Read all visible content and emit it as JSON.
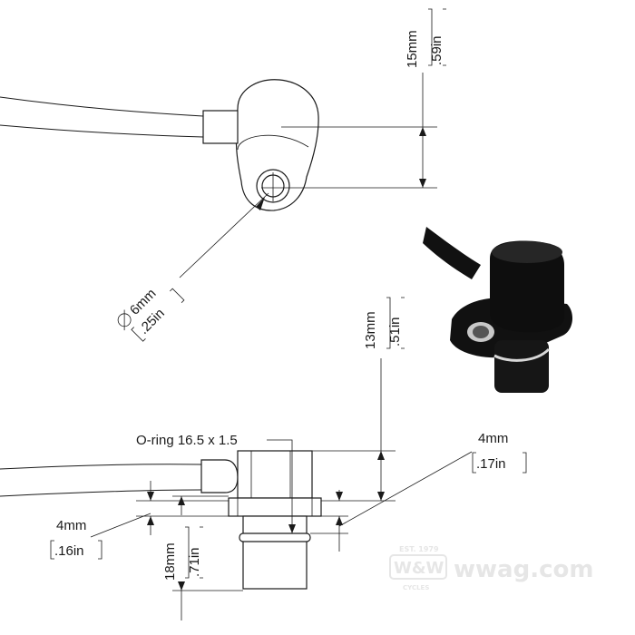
{
  "top_view": {
    "height_dim": {
      "mm": "15mm",
      "in": ".59in"
    },
    "hole_dim": {
      "mm": "6mm",
      "in": ".25in"
    }
  },
  "side_view": {
    "height_dim": {
      "mm": "13mm",
      "in": ".51in"
    },
    "oring_label": "O-ring 16.5 x 1.5",
    "flange_right_dim": {
      "mm": "4mm",
      "in": ".17in"
    },
    "flange_left_dim": {
      "mm": "4mm",
      "in": ".16in"
    },
    "barrel_dim": {
      "mm": "18mm",
      "in": ".71in"
    }
  },
  "watermark": {
    "brand": "W&W",
    "site": "wwag.com",
    "est": "EST. 1979",
    "sub": "CYCLES"
  },
  "colors": {
    "line": "#1a1a1a",
    "part_fill": "#ffffff",
    "photo_body": "#111111",
    "watermark": "#e6e6e6"
  }
}
